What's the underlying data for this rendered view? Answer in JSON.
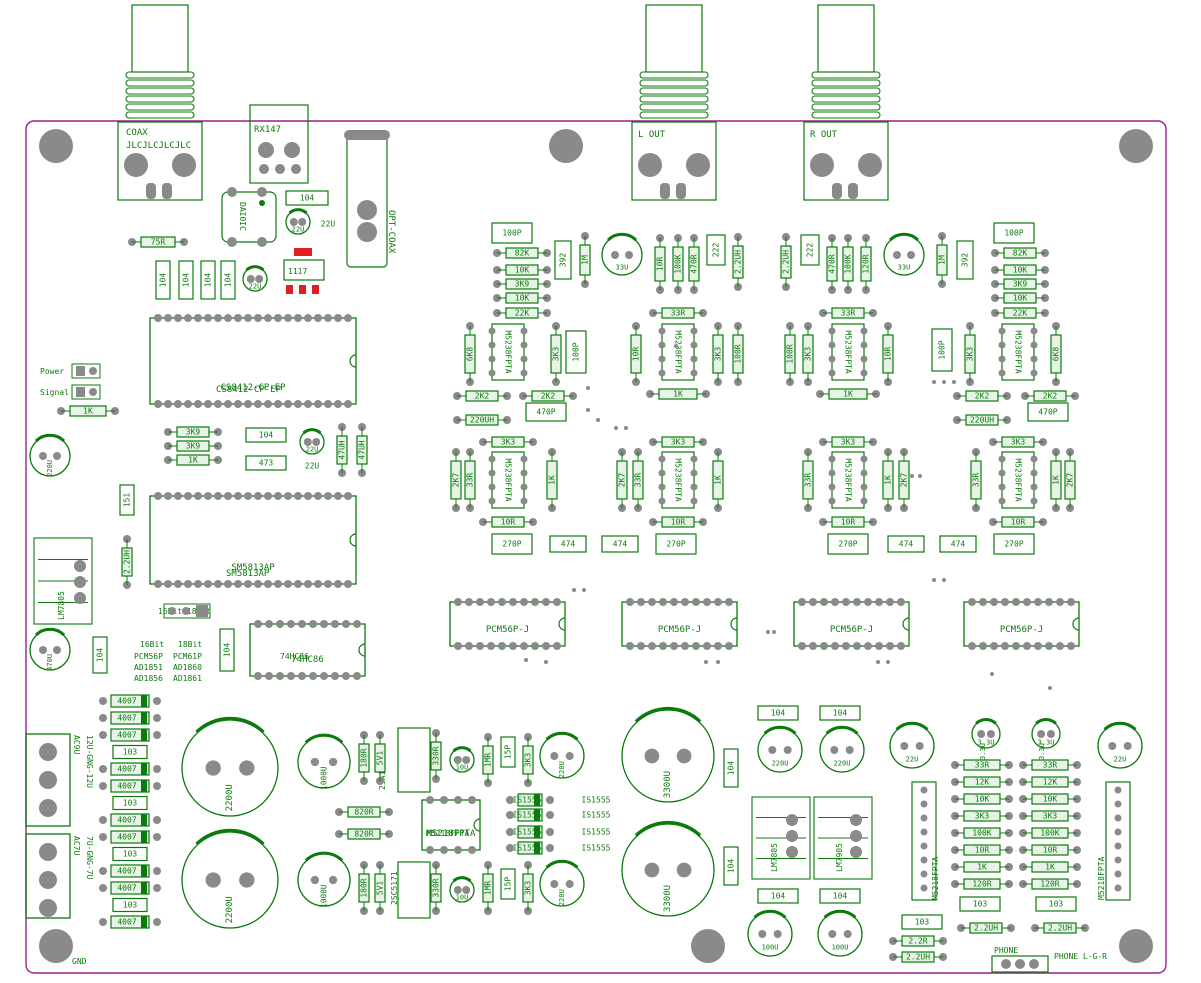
{
  "colors": {
    "board_outline": "#9a1f8f",
    "silkscreen": "#0c7a0c",
    "copper": "#8a8a8a",
    "part_fill": "#e6f3e6",
    "highlight": "#e02020"
  },
  "labels": {
    "coax": "COAX",
    "coax_sub": "JLCJLCJLCJLC",
    "rx": "RX147",
    "l_out": "L OUT",
    "r_out": "R OUT",
    "opt": "OPT-COAX",
    "dai": "DAI0IC",
    "power": "Power",
    "signal": "Signal",
    "cs": "CS8412-CP-EP",
    "sm": "SM5813AP",
    "lm7805": "LM7805",
    "bit": "16Bit-18Bit",
    "dac16": [
      "16Bit",
      "PCM56P",
      "AD1851",
      "AD1856"
    ],
    "dac18": [
      "18Bit",
      "PCM61P",
      "AD1860",
      "AD1861"
    ],
    "hc86": "74HC86",
    "pcm": "PCM56P-J",
    "op": "M5238FPTA",
    "m5218": "M5218FPTA",
    "lm7805b": "LM7805",
    "lm7905": "LM7905",
    "ac9": "AC9U",
    "ac9_sub": "12U-GNG-12U",
    "ac7": "AC7U",
    "ac7_sub": "7U-GNG-7U",
    "gnd": "GND",
    "is1555": "IS1555",
    "a1930": "2SA1930",
    "c5171": "2SC5171",
    "phone": "PHONE",
    "phone_lgr": "PHONE L-G-R",
    "c2200": "2200U",
    "c3300": "3300U",
    "c220": "220U",
    "c470": "470U",
    "c100": "100U",
    "c33": "33U",
    "c22": "22U",
    "c10": "10U",
    "v33": "3.3U",
    "i117": "1117",
    "d4007": "4007",
    "cap104": "104",
    "cap103": "103"
  },
  "values": {
    "r75": "75R",
    "r1k": "1K",
    "r3k9": "3K9",
    "r82k": "82K",
    "r10k": "10K",
    "r22k": "22K",
    "r2k2": "2K2",
    "r2k7": "2K7",
    "r33r": "33R",
    "r3k3": "3K3",
    "r10r": "10R",
    "r100r": "100R",
    "r6k8": "6K8",
    "r12k": "12K",
    "r100k": "100K",
    "r120r": "120R",
    "r470r": "470R",
    "r180r": "180R",
    "r330r": "330R",
    "r820r": "820R",
    "r1mr": "1MR",
    "r1m": "1M",
    "c100p": "100P",
    "c470p": "470P",
    "c270p": "270P",
    "c15p": "15P",
    "c392": "392",
    "c222": "222",
    "c473": "473",
    "c474": "474",
    "c151": "151",
    "c1000": "1000U",
    "l22": "2.2UH",
    "l220": "220UH",
    "l22r": "2.2R",
    "l47": "47UH",
    "zd": "5V1"
  }
}
